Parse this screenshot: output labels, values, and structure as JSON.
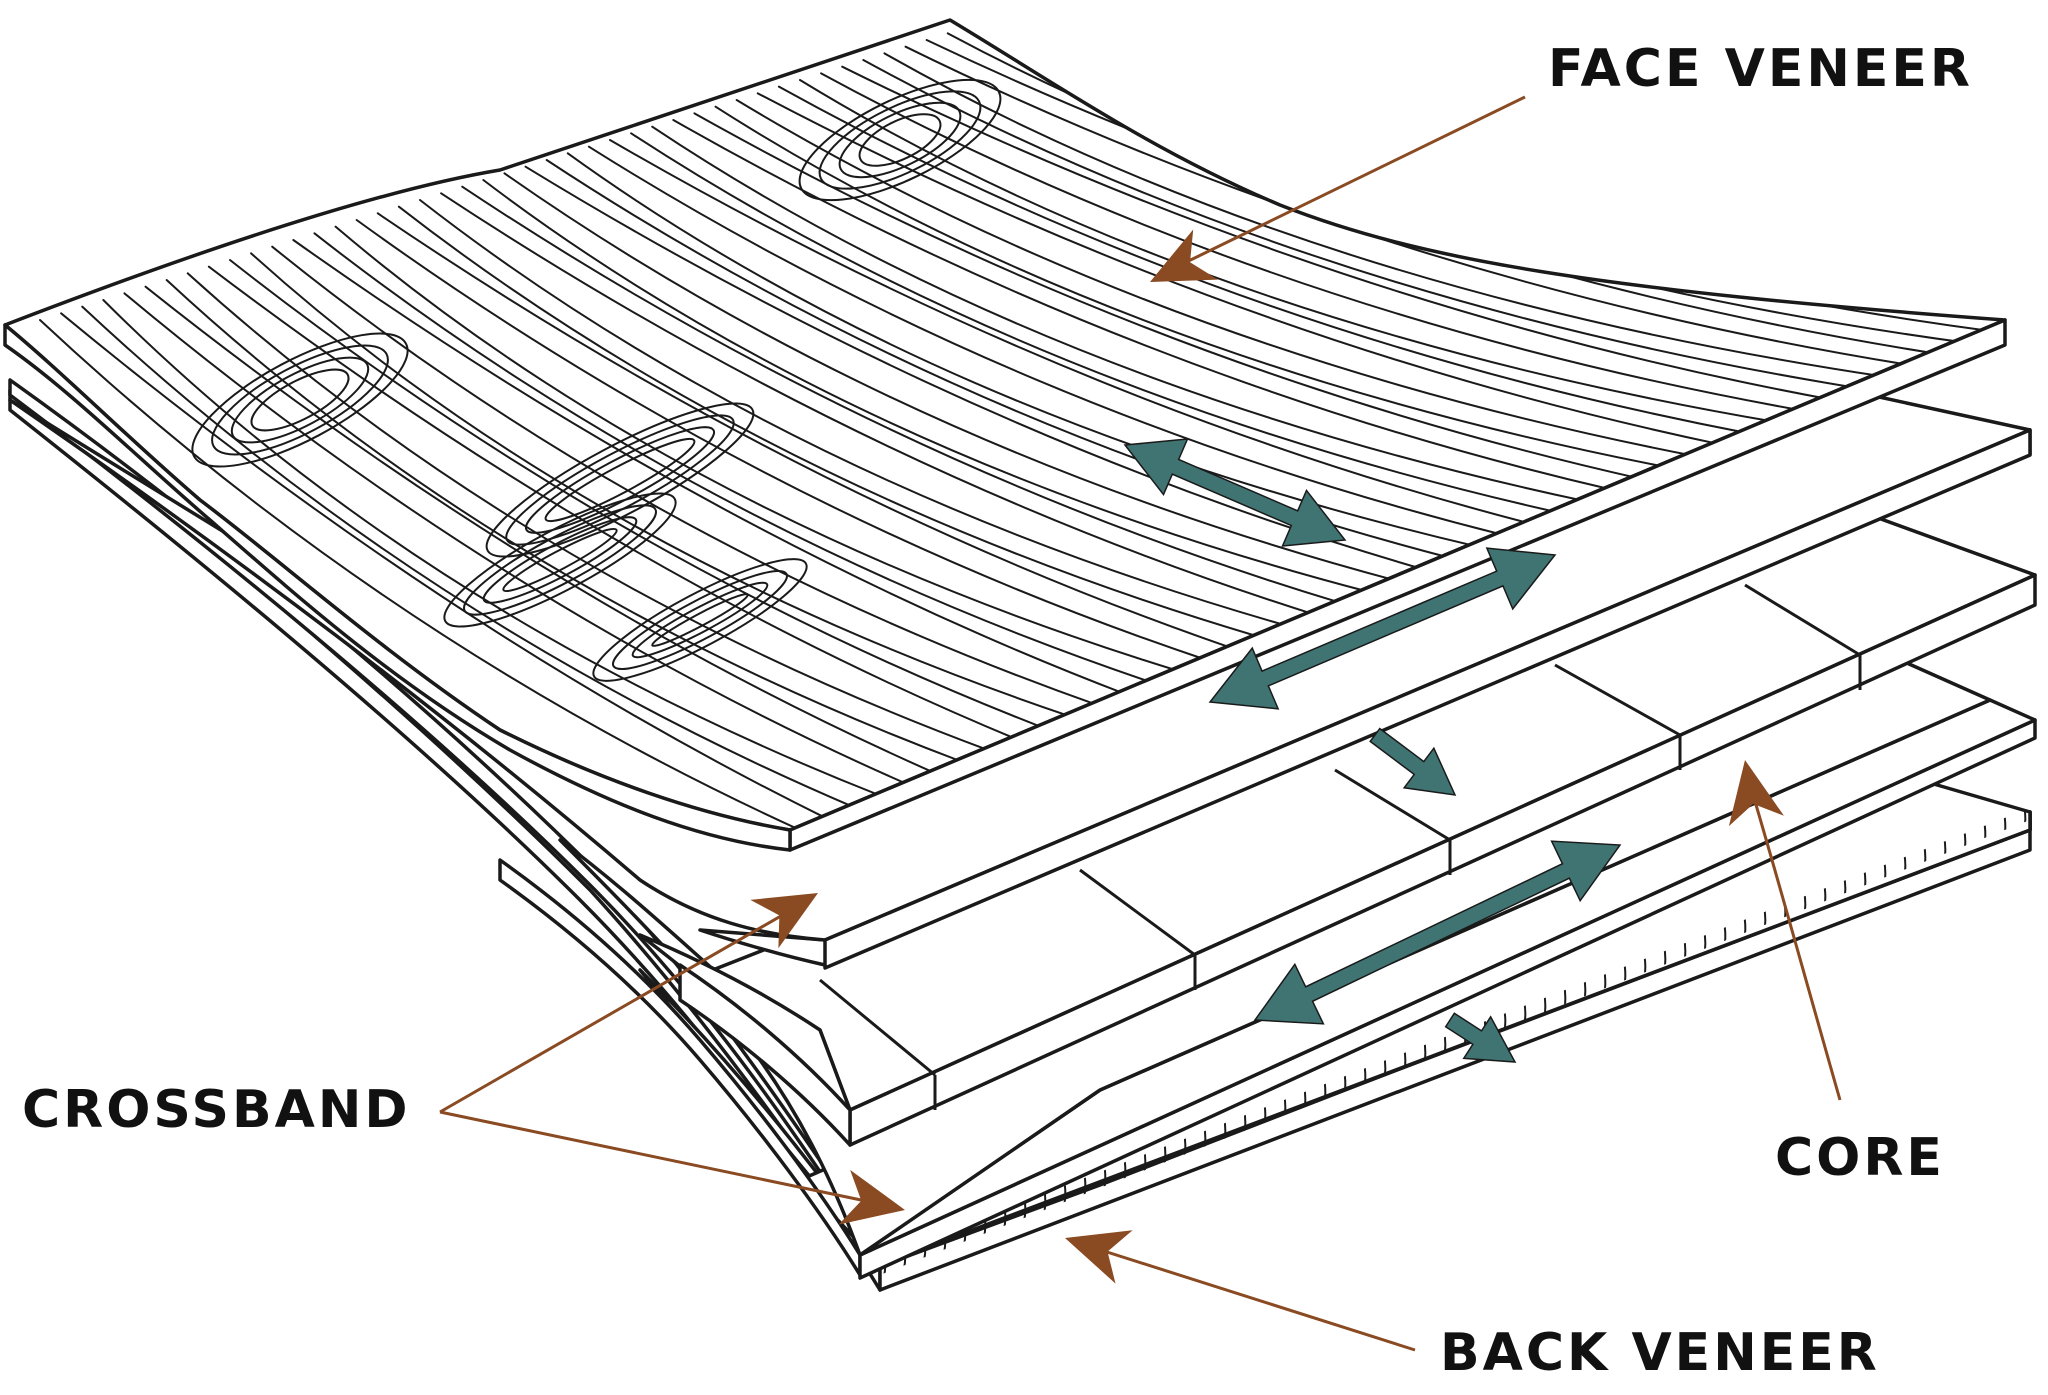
{
  "labels": {
    "face_veneer": "FACE VENEER",
    "crossband": "CROSSBAND",
    "core": "CORE",
    "back_veneer": "BACK VENEER"
  },
  "colors": {
    "pointer": "#8a4a22",
    "grain_arrow": "#3f7473",
    "outline": "#1a1a1a",
    "background": "#ffffff"
  }
}
